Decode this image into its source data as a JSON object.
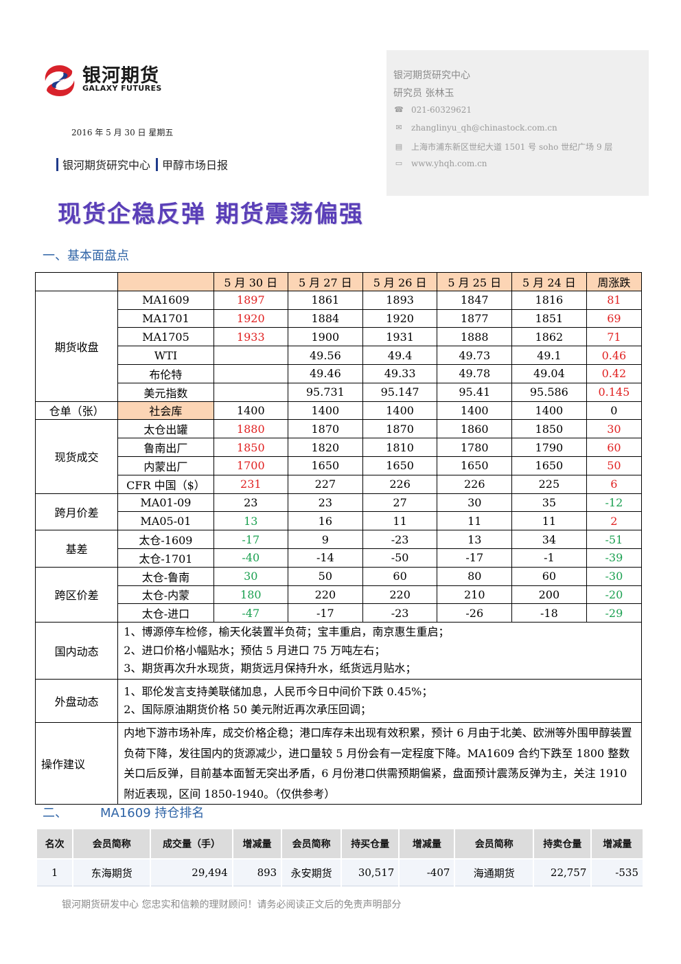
{
  "logo": {
    "cn": "银河期货",
    "en": "GALAXY FUTURES",
    "colors": {
      "red": "#d8222b",
      "blue": "#1f3a8a"
    }
  },
  "date": "2016 年 5 月 30 日    星期五",
  "dept": {
    "center": "银河期货研究中心",
    "report": "甲醇市场日报"
  },
  "contact": {
    "org": "银河期货研究中心",
    "researcher": "研究员   张林玉",
    "phone": "021-60329621",
    "email": "zhanglinyu_qh@chinastock.com.cn",
    "address": "上海市浦东新区世纪大道 1501 号 soho 世纪广场 9 层",
    "web": "www.yhqh.com.cn",
    "icons": [
      "phone-icon",
      "mail-icon",
      "book-icon",
      "computer-icon"
    ]
  },
  "title": "现货企稳反弹  期货震荡偏强",
  "section1": "一、基本面盘点",
  "table": {
    "header": [
      "5 月 30 日",
      "5 月 27 日",
      "5 月 26 日",
      "5 月 25 日",
      "5 月 24 日",
      "周涨跌"
    ],
    "groups": [
      {
        "label": "期货收盘",
        "rows": [
          {
            "name": "MA1609",
            "cur": "1897",
            "v": [
              "1861",
              "1893",
              "1847",
              "1816"
            ],
            "wk": "81",
            "curColor": "red",
            "wkColor": "red"
          },
          {
            "name": "MA1701",
            "cur": "1920",
            "v": [
              "1884",
              "1920",
              "1877",
              "1851"
            ],
            "wk": "69",
            "curColor": "red",
            "wkColor": "red"
          },
          {
            "name": "MA1705",
            "cur": "1933",
            "v": [
              "1900",
              "1931",
              "1888",
              "1862"
            ],
            "wk": "71",
            "curColor": "red",
            "wkColor": "red"
          },
          {
            "name": "WTI",
            "cur": "",
            "v": [
              "49.56",
              "49.4",
              "49.73",
              "49.1"
            ],
            "wk": "0.46",
            "curColor": "",
            "wkColor": "red"
          },
          {
            "name": "布伦特",
            "cur": "",
            "v": [
              "49.46",
              "49.33",
              "49.78",
              "49.04"
            ],
            "wk": "0.42",
            "curColor": "",
            "wkColor": "red"
          },
          {
            "name": "美元指数",
            "cur": "",
            "v": [
              "95.731",
              "95.147",
              "95.41",
              "95.586"
            ],
            "wk": "0.145",
            "curColor": "",
            "wkColor": "red"
          }
        ]
      },
      {
        "label": "仓单（张）",
        "highlight": true,
        "rows": [
          {
            "name": "社会库",
            "cur": "1400",
            "v": [
              "1400",
              "1400",
              "1400",
              "1400"
            ],
            "wk": "0",
            "curColor": "",
            "wkColor": ""
          }
        ]
      },
      {
        "label": "现货成交",
        "rows": [
          {
            "name": "太仓出罐",
            "cur": "1880",
            "v": [
              "1870",
              "1870",
              "1860",
              "1850"
            ],
            "wk": "30",
            "curColor": "red",
            "wkColor": "red"
          },
          {
            "name": "鲁南出厂",
            "cur": "1850",
            "v": [
              "1820",
              "1810",
              "1780",
              "1790"
            ],
            "wk": "60",
            "curColor": "red",
            "wkColor": "red"
          },
          {
            "name": "内蒙出厂",
            "cur": "1700",
            "v": [
              "1650",
              "1650",
              "1650",
              "1650"
            ],
            "wk": "50",
            "curColor": "red",
            "wkColor": "red"
          },
          {
            "name": "CFR 中国（$）",
            "cur": "231",
            "v": [
              "227",
              "226",
              "226",
              "225"
            ],
            "wk": "6",
            "curColor": "red",
            "wkColor": "red"
          }
        ]
      },
      {
        "label": "跨月价差",
        "rows": [
          {
            "name": "MA01-09",
            "cur": "23",
            "v": [
              "23",
              "27",
              "30",
              "35"
            ],
            "wk": "-12",
            "curColor": "",
            "wkColor": "green"
          },
          {
            "name": "MA05-01",
            "cur": "13",
            "v": [
              "16",
              "11",
              "11",
              "11"
            ],
            "wk": "2",
            "curColor": "green",
            "wkColor": "red"
          }
        ]
      },
      {
        "label": "基差",
        "rows": [
          {
            "name": "太仓-1609",
            "cur": "-17",
            "v": [
              "9",
              "-23",
              "13",
              "34"
            ],
            "wk": "-51",
            "curColor": "green",
            "wkColor": "green"
          },
          {
            "name": "太仓-1701",
            "cur": "-40",
            "v": [
              "-14",
              "-50",
              "-17",
              "-1"
            ],
            "wk": "-39",
            "curColor": "green",
            "wkColor": "green"
          }
        ]
      },
      {
        "label": "跨区价差",
        "rows": [
          {
            "name": "太仓-鲁南",
            "cur": "30",
            "v": [
              "50",
              "60",
              "80",
              "60"
            ],
            "wk": "-30",
            "curColor": "green",
            "wkColor": "green"
          },
          {
            "name": "太仓-内蒙",
            "cur": "180",
            "v": [
              "220",
              "220",
              "210",
              "200"
            ],
            "wk": "-20",
            "curColor": "green",
            "wkColor": "green"
          },
          {
            "name": "太仓-进口",
            "cur": "-47",
            "v": [
              "-17",
              "-23",
              "-26",
              "-18"
            ],
            "wk": "-29",
            "curColor": "green",
            "wkColor": "green"
          }
        ]
      }
    ],
    "domestic": {
      "label": "国内动态",
      "lines": [
        "1、博源停车检修，榆天化装置半负荷；宝丰重启，南京惠生重启；",
        "2、进口价格小幅贴水；预估 5 月进口 75 万吨左右；",
        "3、期货再次升水现货，期货远月保持升水，纸货远月贴水；"
      ]
    },
    "foreign": {
      "label": "外盘动态",
      "lines": [
        "1、耶伦发言支持美联储加息，人民币今日中间价下跌 0.45%；",
        "2、国际原油期货价格 50 美元附近再次承压回调；"
      ]
    },
    "advice": {
      "label": "操作建议",
      "text": "内地下游市场补库，成交价格企稳；港口库存未出现有效积累，预计 6 月由于北美、欧洲等外围甲醇装置负荷下降，发往国内的货源减少，进口量较 5 月份会有一定程度下降。MA1609 合约下跌至 1800 整数关口后反弹，目前基本面暂无突出矛盾，6 月份港口供需预期偏紧，盘面预计震荡反弹为主，关注 1910 附近表现，区间 1850-1940。（仅供参考）"
    }
  },
  "section2": {
    "num": "二、",
    "title": "MA1609 持仓排名"
  },
  "rank": {
    "header": [
      "名次",
      "会员简称",
      "成交量（手）",
      "增减量",
      "会员简称",
      "持买仓量",
      "增减量",
      "会员简称",
      "持卖仓量",
      "增减量"
    ],
    "rows": [
      [
        "1",
        "东海期货",
        "29,494",
        "893",
        "永安期货",
        "30,517",
        "-407",
        "海通期货",
        "22,757",
        "-535"
      ]
    ]
  },
  "footer": "银河期货研发中心  您忠实和信赖的理财顾问！请务必阅读正文后的免责声明部分"
}
